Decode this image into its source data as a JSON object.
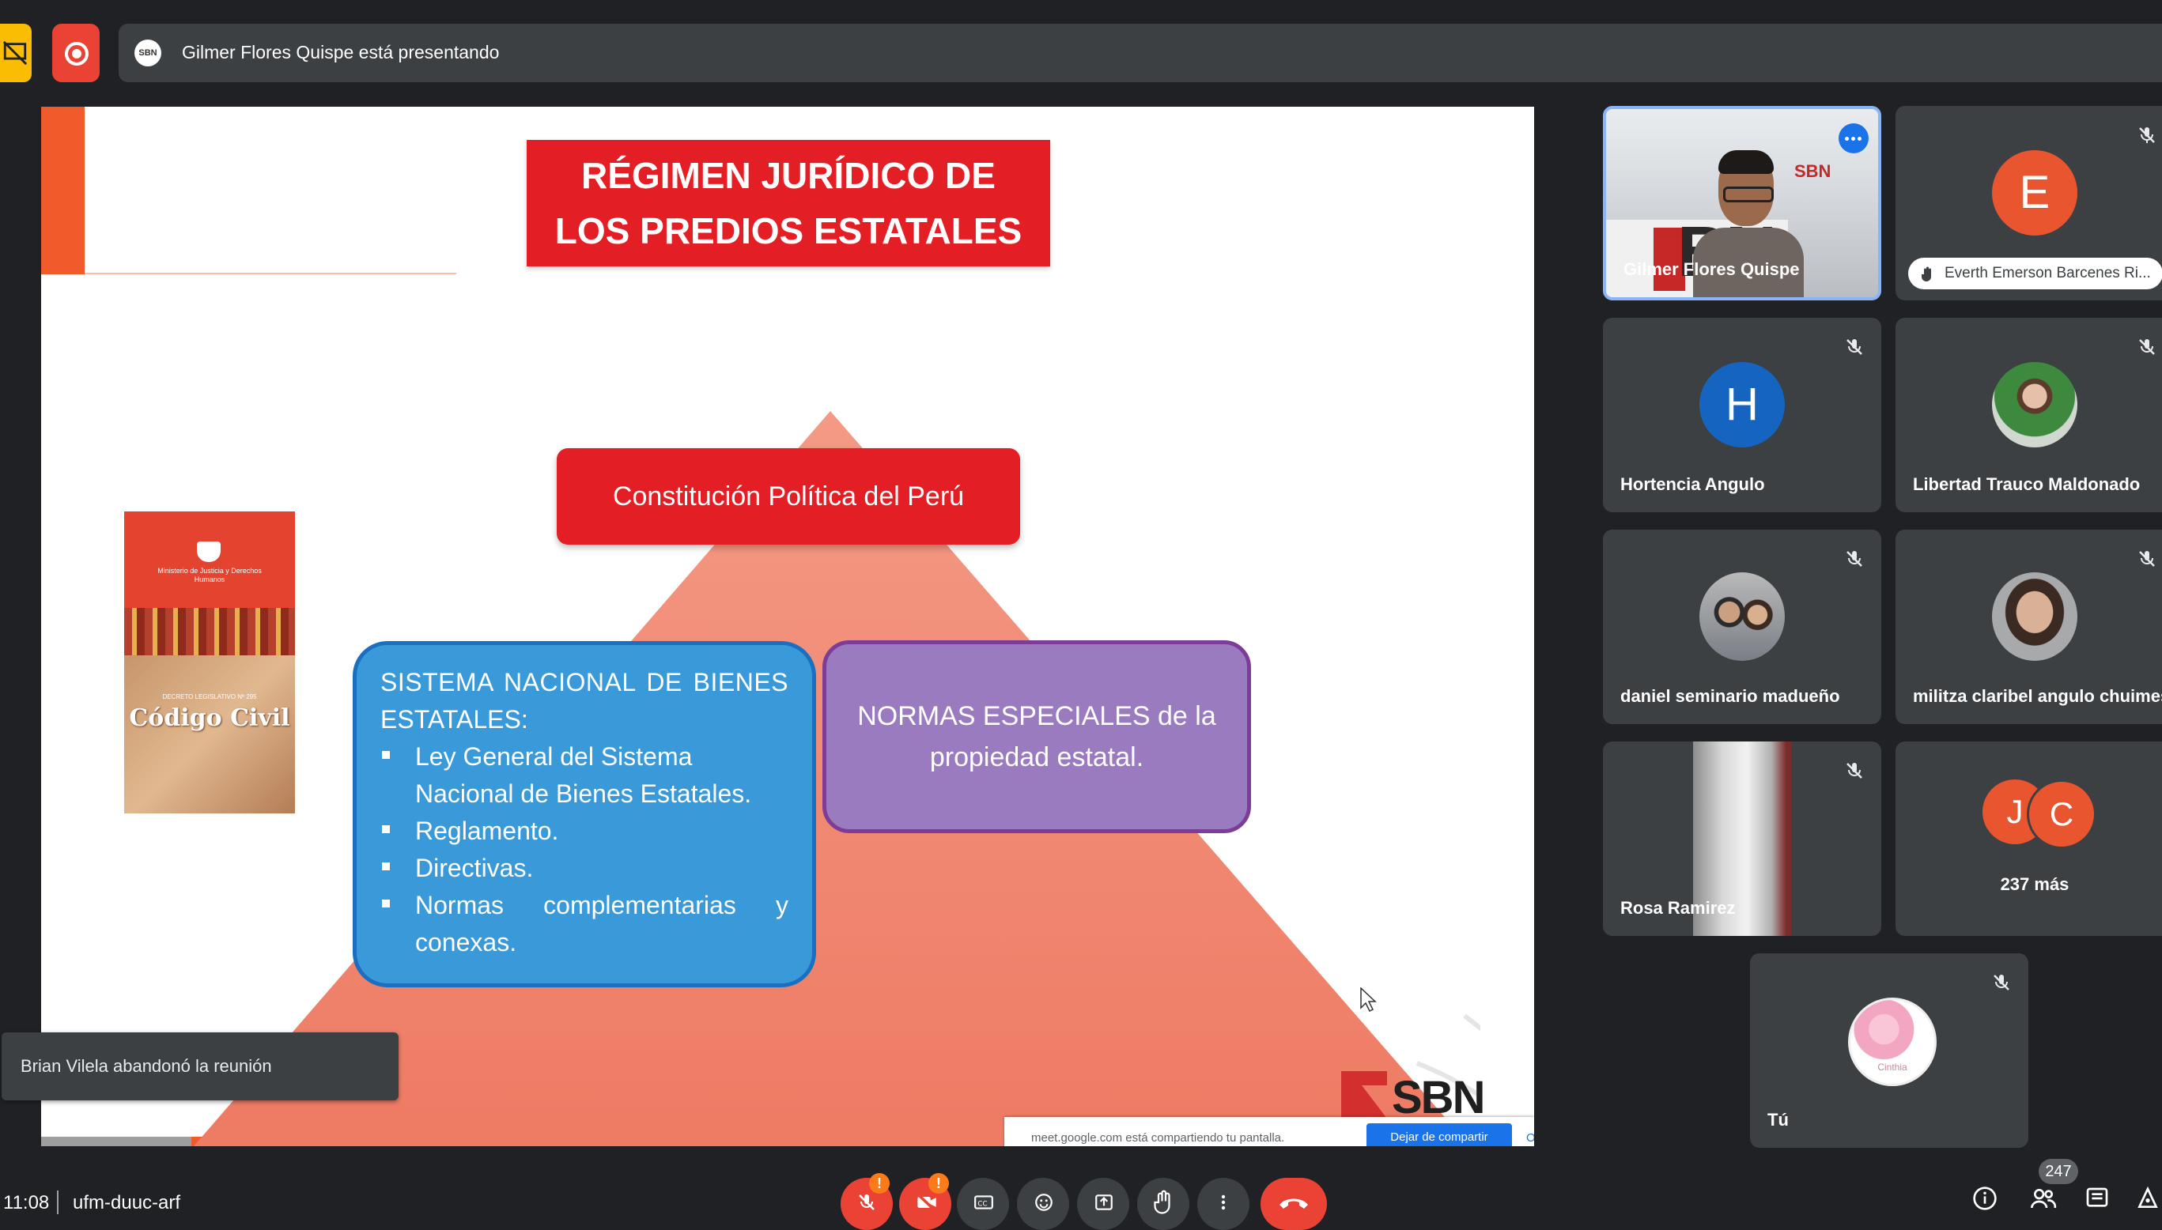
{
  "top_bar": {
    "presenter_avatar_text": "SBN",
    "presenting_text": "Gilmer Flores Quispe está presentando"
  },
  "slide": {
    "title": "RÉGIMEN JURÍDICO DE LOS PREDIOS ESTATALES",
    "constitution": "Constitución Política del Perú",
    "system_title": "SISTEMA NACIONAL DE BIENES",
    "system_title_2": "ESTATALES:",
    "system_items": [
      "Ley General del Sistema Nacional de Bienes Estatales.",
      "Reglamento.",
      "Directivas.",
      "Normas complementarias y conexas."
    ],
    "special_norms": "NORMAS ESPECIALES de la propiedad estatal.",
    "book_title": "Código Civil",
    "book_ministry": "Ministerio de Justicia y Derechos Humanos",
    "book_subtitle": "DECRETO LEGISLATIVO Nº 295",
    "logo_text": "SBN",
    "share_notice": "meet.google.com está compartiendo tu pantalla.",
    "share_stop_label": "Dejar de compartir",
    "share_hide_label": "Ocultar"
  },
  "toast": {
    "message": "Brian Vilela abandonó la reunión"
  },
  "participants": {
    "gilmer": {
      "name": "Gilmer Flores Quispe"
    },
    "everth": {
      "initial": "E",
      "name": "Everth Emerson Barcenes Ri...",
      "color": "#e8552f"
    },
    "hortencia": {
      "initial": "H",
      "name": "Hortencia Angulo",
      "color": "#1565c0"
    },
    "libertad": {
      "name": "Libertad Trauco Maldonado"
    },
    "daniel": {
      "name": "daniel seminario madueño"
    },
    "militza": {
      "name": "militza claribel angulo chuimes"
    },
    "rosa": {
      "name": "Rosa Ramirez"
    },
    "more": {
      "initial_1": "J",
      "initial_2": "C",
      "label": "237 más"
    },
    "self": {
      "name": "Tú",
      "avatar_text": "Cinthia"
    }
  },
  "bottom_bar": {
    "time": "11:08",
    "meeting_code": "ufm-duuc-arf",
    "warning_mark": "!",
    "participant_count": "247"
  },
  "colors": {
    "meet_bg": "#202124",
    "tile_bg": "#3c4043",
    "slide_red": "#e31e24",
    "pyramid": "#f08470",
    "system_blue": "#3a9ad9",
    "norms_purple": "#9b7bc0",
    "end_call": "#ea4335"
  },
  "icons": [
    "presentation-off-icon",
    "record-icon",
    "mic-off-icon",
    "camera-off-icon",
    "captions-icon",
    "emoji-icon",
    "present-icon",
    "raise-hand-icon",
    "more-options-icon",
    "end-call-icon",
    "info-icon",
    "people-icon",
    "chat-icon",
    "activities-icon"
  ]
}
